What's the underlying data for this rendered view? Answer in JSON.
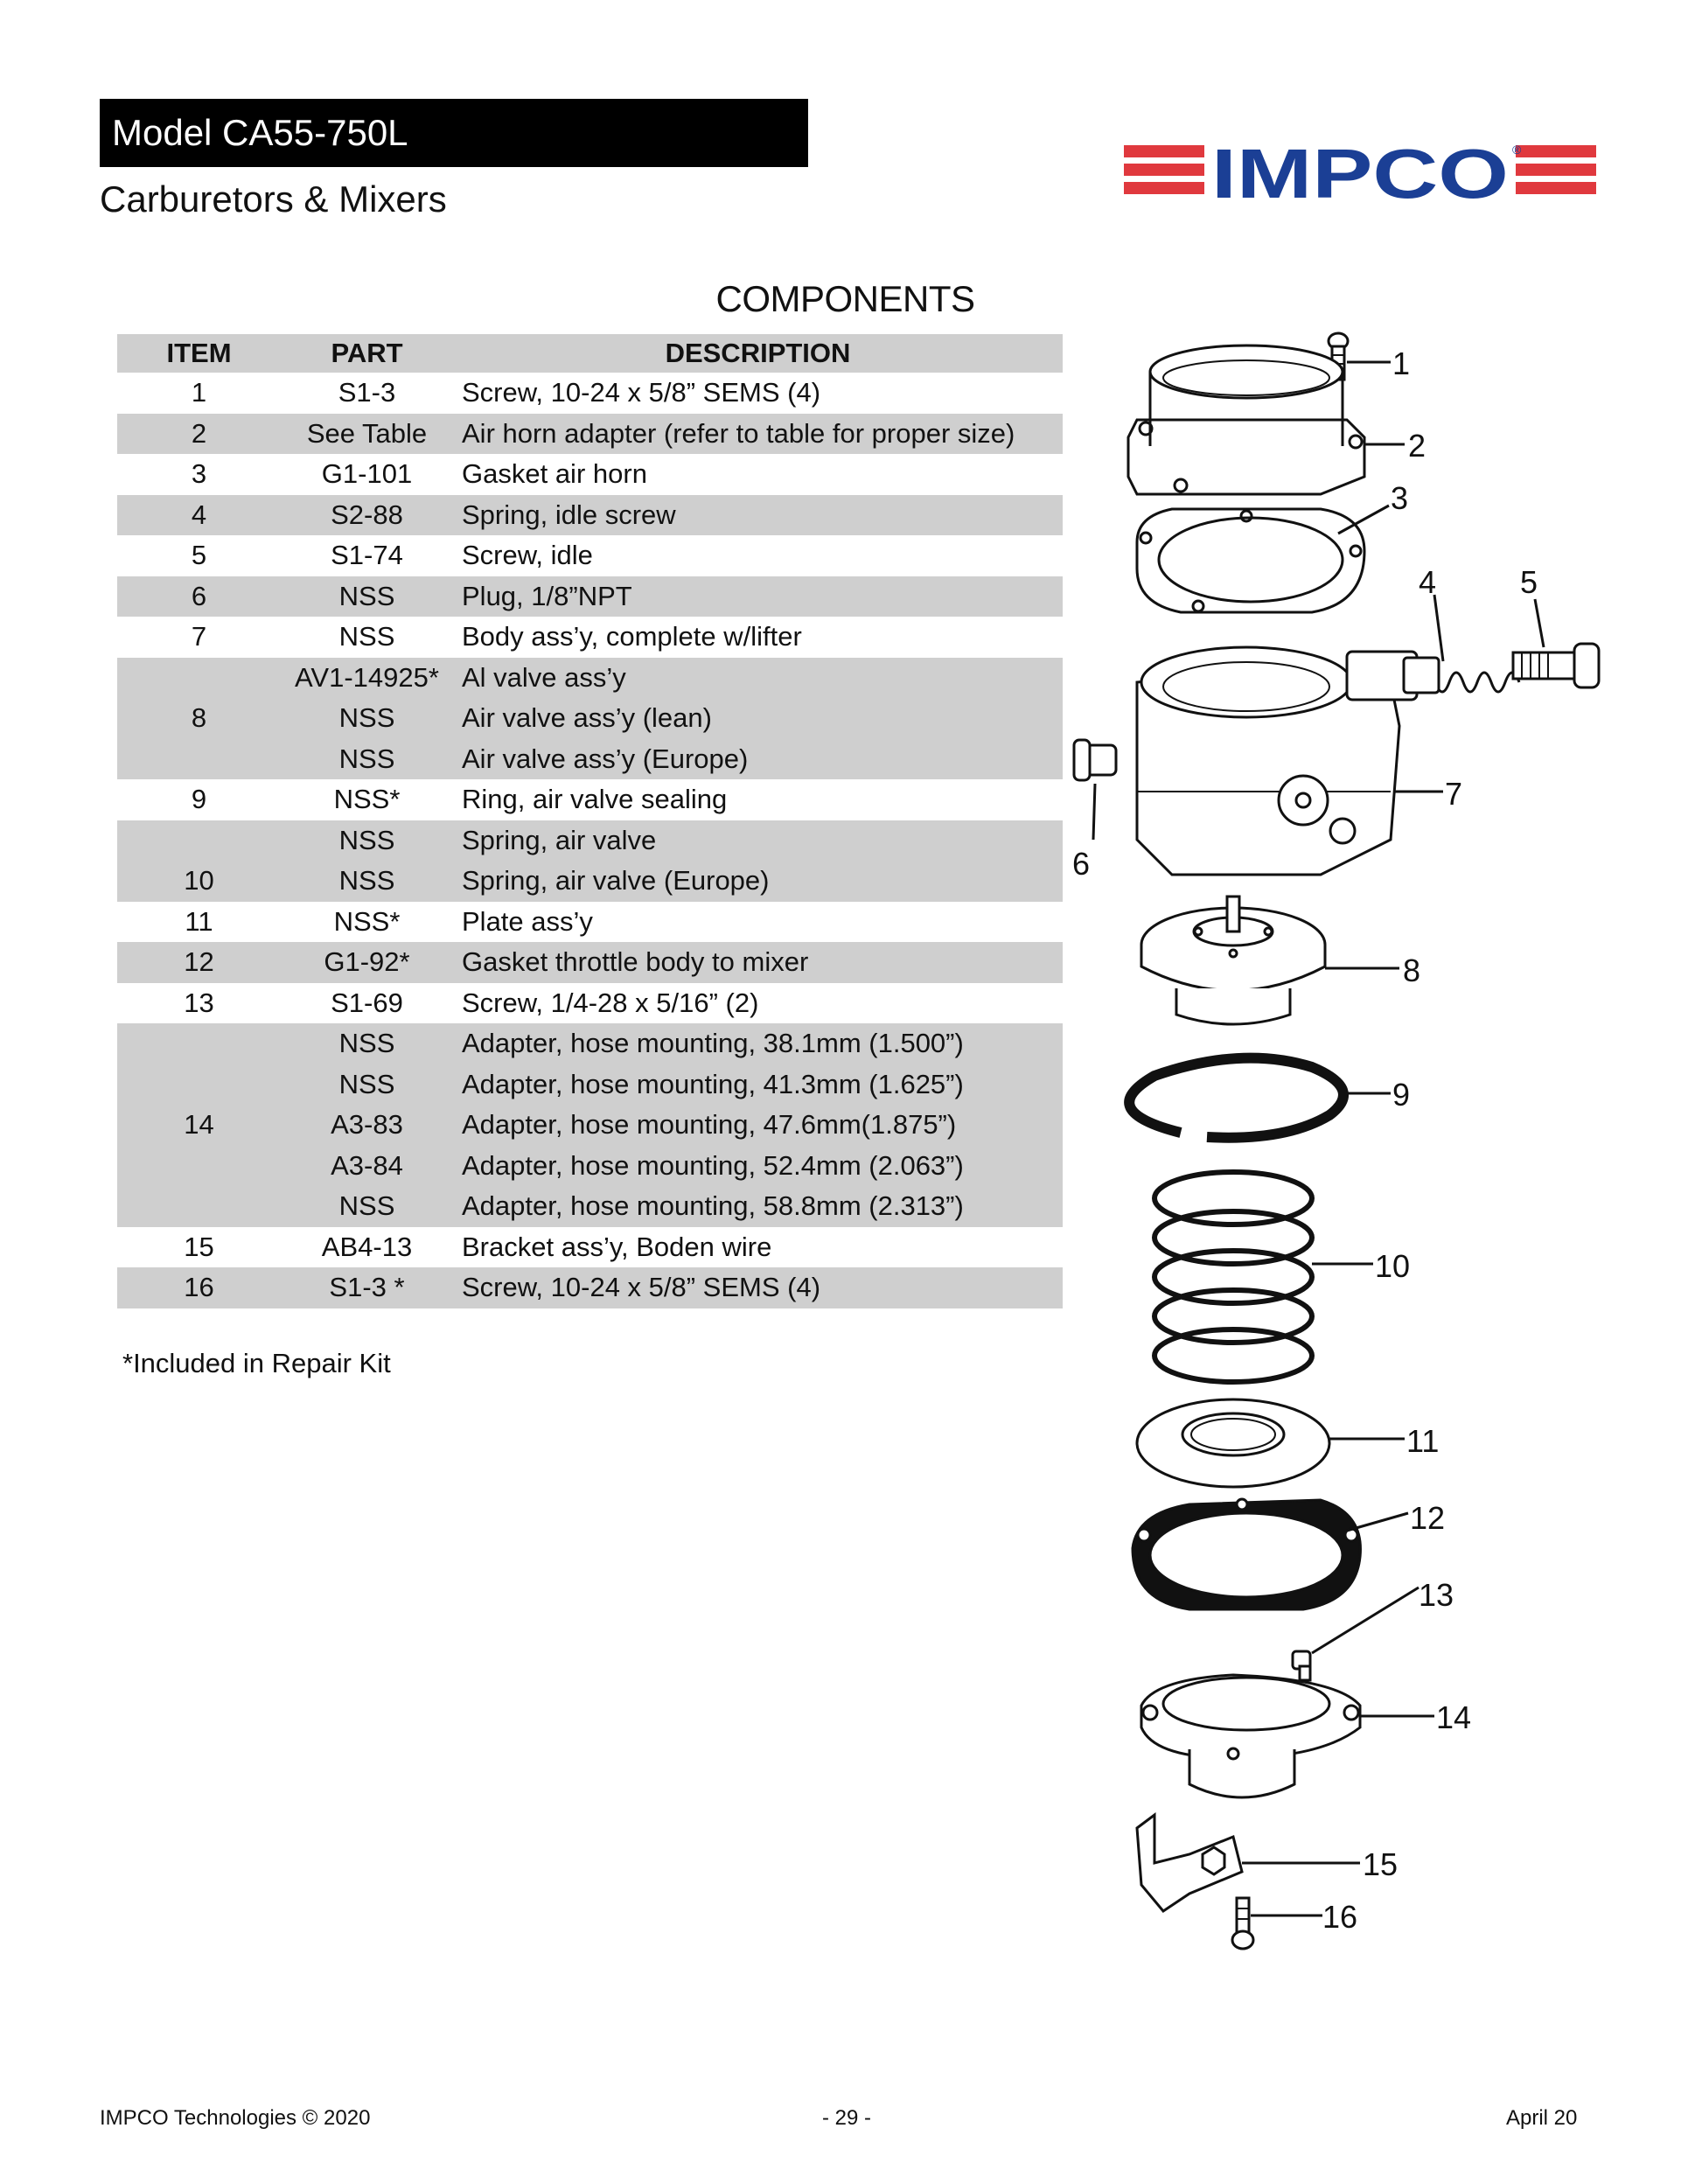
{
  "header": {
    "model_title": "Model CA55-750L",
    "subtitle": "Carburetors & Mixers",
    "logo_text": "IMPCO",
    "logo_registered": "®",
    "colors": {
      "logo_blue": "#1b3f95",
      "logo_red": "#e0393e",
      "title_bar": "#000000",
      "row_shade": "#cfcfcf"
    }
  },
  "section_heading": "COMPONENTS",
  "table": {
    "headers": {
      "item": "ITEM",
      "part": "PART",
      "description": "DESCRIPTION"
    },
    "rows": [
      {
        "item": "1",
        "part": "S1-3",
        "desc": "Screw, 10-24 x 5/8” SEMS (4)"
      },
      {
        "item": "2",
        "part": "See Table",
        "desc": "Air horn adapter (refer to table for proper size)"
      },
      {
        "item": "3",
        "part": "G1-101",
        "desc": "Gasket air horn"
      },
      {
        "item": "4",
        "part": "S2-88",
        "desc": "Spring, idle screw"
      },
      {
        "item": "5",
        "part": "S1-74",
        "desc": "Screw, idle"
      },
      {
        "item": "6",
        "part": "NSS",
        "desc": "Plug, 1/8”NPT"
      },
      {
        "item": "7",
        "part": "NSS",
        "desc": "Body ass’y, complete w/lifter"
      },
      {
        "item": "",
        "part": "AV1-14925*",
        "desc": "Al valve ass’y"
      },
      {
        "item": "8",
        "part": "NSS",
        "desc": "Air valve ass’y (lean)"
      },
      {
        "item": "",
        "part": "NSS",
        "desc": "Air valve ass’y (Europe)"
      },
      {
        "item": "9",
        "part": "NSS*",
        "desc": "Ring, air valve sealing"
      },
      {
        "item": "",
        "part": "NSS",
        "desc": "Spring, air valve"
      },
      {
        "item": "10",
        "part": "NSS",
        "desc": "Spring, air valve (Europe)"
      },
      {
        "item": "11",
        "part": "NSS*",
        "desc": "Plate ass’y"
      },
      {
        "item": "12",
        "part": "G1-92*",
        "desc": "Gasket throttle body to mixer"
      },
      {
        "item": "13",
        "part": "S1-69",
        "desc": "Screw, 1/4-28 x 5/16” (2)"
      },
      {
        "item": "",
        "part": "NSS",
        "desc": "Adapter, hose mounting, 38.1mm (1.500”)"
      },
      {
        "item": "",
        "part": "NSS",
        "desc": "Adapter, hose mounting, 41.3mm (1.625”)"
      },
      {
        "item": "14",
        "part": "A3-83",
        "desc": "Adapter, hose mounting, 47.6mm(1.875”)"
      },
      {
        "item": "",
        "part": "A3-84",
        "desc": "Adapter, hose mounting, 52.4mm (2.063”)"
      },
      {
        "item": "",
        "part": "NSS",
        "desc": "Adapter, hose mounting, 58.8mm (2.313”)"
      },
      {
        "item": "15",
        "part": "AB4-13",
        "desc": "Bracket ass’y, Boden wire"
      },
      {
        "item": "16",
        "part": "S1-3 *",
        "desc": "Screw, 10-24 x 5/8” SEMS (4)"
      }
    ]
  },
  "footnote": "*Included in Repair Kit",
  "diagram": {
    "callouts": [
      "1",
      "2",
      "3",
      "4",
      "5",
      "6",
      "7",
      "8",
      "9",
      "10",
      "11",
      "12",
      "13",
      "14",
      "15",
      "16"
    ]
  },
  "footer": {
    "left": "IMPCO Technologies © 2020",
    "center": "- 29 -",
    "right": "April 20"
  }
}
